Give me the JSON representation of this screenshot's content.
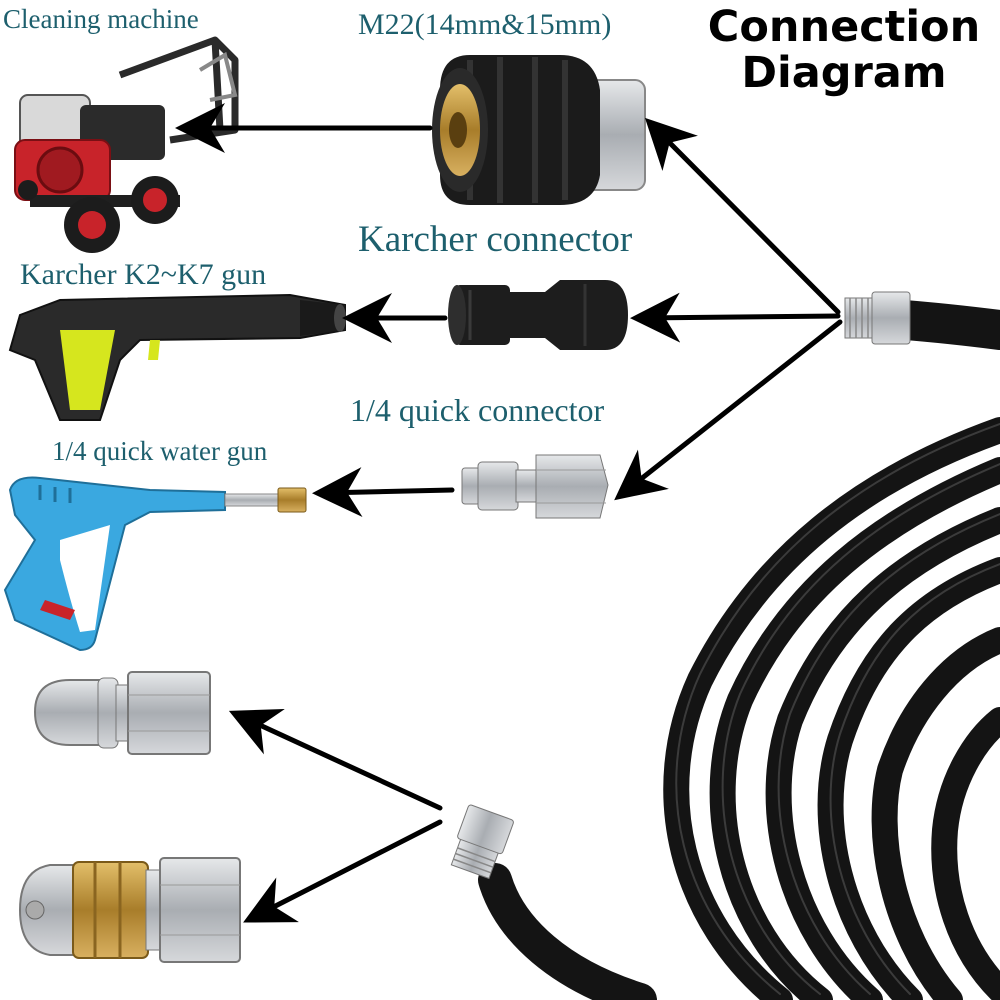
{
  "title": {
    "line1": "Connection",
    "line2": "Diagram"
  },
  "labels": {
    "cleaning_machine": "Cleaning machine",
    "m22": "M22(14mm&15mm)",
    "karcher_connector": "Karcher connector",
    "karcher_gun": "Karcher K2~K7 gun",
    "quick_connector": "1/4 quick connector",
    "quick_water_gun": "1/4 quick water gun"
  },
  "colors": {
    "label_text": "#1d5f6d",
    "hose": "#1e1e1e",
    "brass": "#c79a3a",
    "steel": "#b9bcc0",
    "blue_gun": "#3aa8e0",
    "red_machine": "#c8232a",
    "yellow_trigger": "#d6e61e"
  }
}
